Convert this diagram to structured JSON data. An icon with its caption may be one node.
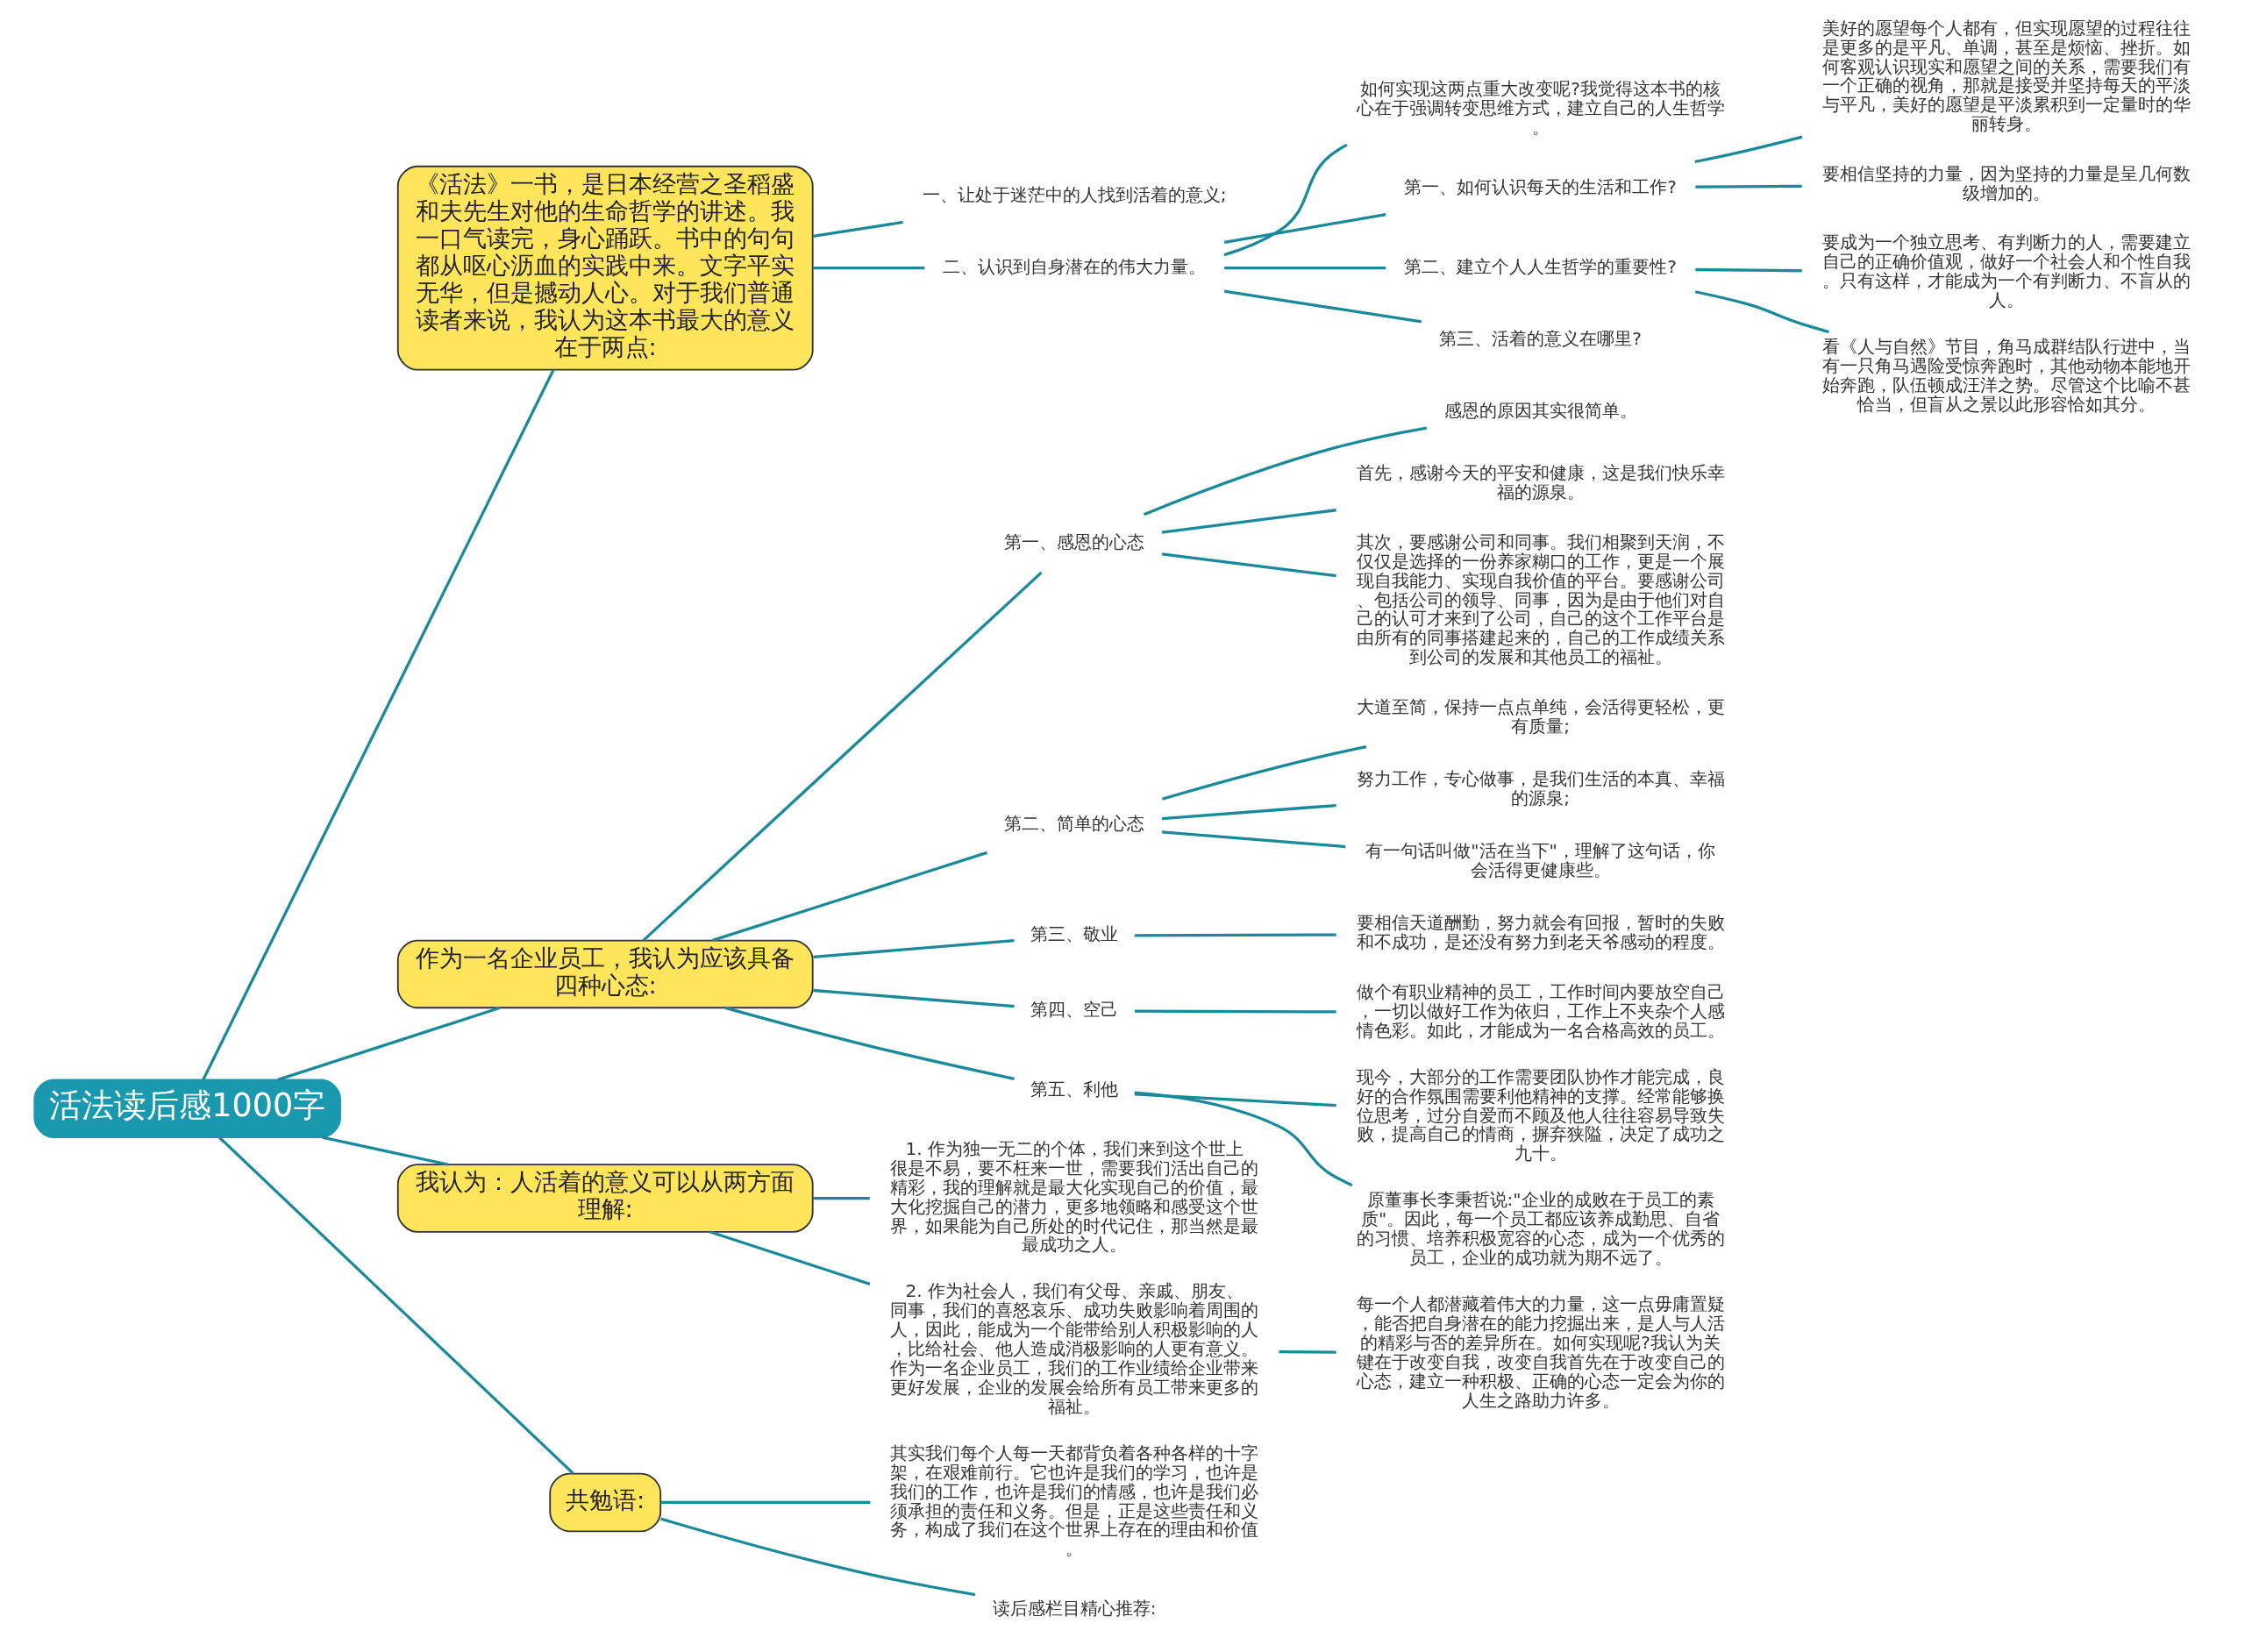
{
  "diagram": {
    "nodes": [
      {
        "text": [
          "活法读后感1000字"
        ]
      },
      {
        "text": [
          "《活法》一书，是日本经营之圣稻盛和夫先生对他的生命哲学的讲述。我一口气读完，身心踊跃。书中的句句都从呕心沥血的实践中来。文字平实无华，但是撼动人心。对于我们普通读者来说，我认为这本书最大的意义在于两点:"
        ]
      },
      {
        "text": [
          "一、让处于迷茫中的人找到活着的意义;"
        ]
      },
      {
        "text": [
          "二、认识到自身潜在的伟大力量。"
        ]
      },
      {
        "text": [
          "如何实现这两点重大改变呢?我觉得这本书的核心在于强调转变思维方式，建立自己的人生哲学。"
        ]
      },
      {
        "text": [
          "第一、如何认识每天的生活和工作?"
        ]
      },
      {
        "text": [
          "美好的愿望每个人都有，但实现愿望的过程往往是更多的是平凡、单调，甚至是烦恼、挫折。如何客观认识现实和愿望之间的关系，需要我们有一个正确的视角，那就是接受并坚持每天的平淡与平凡，美好的愿望是平淡累积到一定量时的华丽转身。"
        ]
      },
      {
        "text": [
          "要相信坚持的力量，因为坚持的力量是呈几何数级增加的。"
        ]
      },
      {
        "text": [
          "第二、建立个人人生哲学的重要性?"
        ]
      },
      {
        "text": [
          "要成为一个独立思考、有判断力的人，需要建立自己的正确价值观，做好一个社会人和个性自我。只有这样，才能成为一个有判断力、不盲从的人。"
        ]
      },
      {
        "text": [
          "看《人与自然》节目，角马成群结队行进中，当有一只角马遇险受惊奔跑时，其他动物本能地开始奔跑，队伍顿成汪洋之势。尽管这个比喻不甚恰当，但盲从之景以此形容恰如其分。"
        ]
      },
      {
        "text": [
          "第三、活着的意义在哪里?"
        ]
      },
      {
        "text": [
          "作为一名企业员工，我认为应该具备四种心态:"
        ]
      },
      {
        "text": [
          "第一、感恩的心态"
        ]
      },
      {
        "text": [
          "感恩的原因其实很简单。"
        ]
      },
      {
        "text": [
          "首先，感谢今天的平安和健康，这是我们快乐幸福的源泉。"
        ]
      },
      {
        "text": [
          "其次，要感谢公司和同事。我们相聚到天润，不仅仅是选择的一份养家糊口的工作，更是一个展现自我能力、实现自我价值的平台。要感谢公司、包括公司的领导、同事，因为是由于他们对自己的认可才来到了公司，自己的这个工作平台是由所有的同事搭建起来的，自己的工作成绩关系到公司的发展和其他员工的福祉。"
        ]
      },
      {
        "text": [
          "第二、简单的心态"
        ]
      },
      {
        "text": [
          "大道至简，保持一点点单纯，会活得更轻松，更有质量;"
        ]
      },
      {
        "text": [
          "努力工作，专心做事，是我们生活的本真、幸福的源泉;"
        ]
      },
      {
        "text": [
          "有一句话叫做\"活在当下\"，理解了这句话，你会活得更健康些。"
        ]
      },
      {
        "text": [
          "第三、敬业"
        ]
      },
      {
        "text": [
          "要相信天道酬勤，努力就会有回报，暂时的失败和不成功，是还没有努力到老天爷感动的程度。"
        ]
      },
      {
        "text": [
          "第四、空己"
        ]
      },
      {
        "text": [
          "做个有职业精神的员工，工作时间内要放空自己，一切以做好工作为依归，工作上不夹杂个人感情色彩。如此，才能成为一名合格高效的员工。"
        ]
      },
      {
        "text": [
          "第五、利他"
        ]
      },
      {
        "text": [
          "现今，大部分的工作需要团队协作才能完成，良好的合作氛围需要利他精神的支撑。经常能够换位思考，过分自爱而不顾及他人往往容易导致失败，提高自己的情商，摒弃狭隘，决定了成功之九十。"
        ]
      },
      {
        "text": [
          "原董事长李秉哲说:\"企业的成败在于员工的素质\"。因此，每一个员工都应该养成勤思、自省的习惯、培养积极宽容的心态，成为一个优秀的员工，企业的成功就为期不远了。"
        ]
      },
      {
        "text": [
          "我认为：人活着的意义可以从两方面理解:"
        ]
      },
      {
        "text": [
          "1. 作为独一无二的个体，我们来到这个世上很是不易，要不枉来一世，需要我们活出自己的精彩，我的理解就是最大化实现自己的价值，最大化挖掘自己的潜力，更多地领略和感受这个世界，如果能为自己所处的时代记住，那当然是最最成功之人。"
        ]
      },
      {
        "text": [
          "2. 作为社会人，我们有父母、亲戚、朋友、同事，我们的喜怒哀乐、成功失败影响着周围的人，因此，能成为一个能带给别人积极影响的人，比给社会、他人造成消极影响的人更有意义。作为一名企业员工，我们的工作业绩给企业带来更好发展，企业的发展会给所有员工带来更多的福祉。"
        ]
      },
      {
        "text": [
          "每一个人都潜藏着伟大的力量，这一点毋庸置疑，能否把自身潜在的能力挖掘出来，是人与人活的精彩与否的差异所在。如何实现呢?我认为关键在于改变自我，改变自我首先在于改变自己的心态，建立一种积极、正确的心态一定会为你的人生之路助力许多。"
        ]
      },
      {
        "text": [
          "共勉语:"
        ]
      },
      {
        "text": [
          "其实我们每个人每一天都背负着各种各样的十字架，在艰难前行。它也许是我们的学习，也许是我们的工作，也许是我们的情感，也许是我们必须承担的责任和义务。但是，正是这些责任和义务，构成了我们在这个世界上存在的理由和价值。"
        ]
      },
      {
        "text": [
          "读后感栏目精心推荐:"
        ]
      }
    ],
    "edges": [
      {
        "from": 0,
        "to": 1,
        "arrow": "none"
      },
      {
        "from": 1,
        "to": 2,
        "arrow": "none"
      },
      {
        "from": 1,
        "to": 3,
        "arrow": "none"
      },
      {
        "from": 3,
        "to": 4,
        "arrow": "none"
      },
      {
        "from": 3,
        "to": 5,
        "arrow": "none"
      },
      {
        "from": 5,
        "to": 6,
        "arrow": "none"
      },
      {
        "from": 5,
        "to": 7,
        "arrow": "none"
      },
      {
        "from": 3,
        "to": 8,
        "arrow": "none"
      },
      {
        "from": 8,
        "to": 9,
        "arrow": "none"
      },
      {
        "from": 8,
        "to": 10,
        "arrow": "none"
      },
      {
        "from": 3,
        "to": 11,
        "arrow": "none"
      },
      {
        "from": 0,
        "to": 12,
        "arrow": "none"
      },
      {
        "from": 12,
        "to": 13,
        "arrow": "none"
      },
      {
        "from": 13,
        "to": 14,
        "arrow": "none"
      },
      {
        "from": 13,
        "to": 15,
        "arrow": "none"
      },
      {
        "from": 13,
        "to": 16,
        "arrow": "none"
      },
      {
        "from": 12,
        "to": 17,
        "arrow": "none"
      },
      {
        "from": 17,
        "to": 18,
        "arrow": "none"
      },
      {
        "from": 17,
        "to": 19,
        "arrow": "none"
      },
      {
        "from": 17,
        "to": 20,
        "arrow": "none"
      },
      {
        "from": 12,
        "to": 21,
        "arrow": "none"
      },
      {
        "from": 21,
        "to": 22,
        "arrow": "none"
      },
      {
        "from": 12,
        "to": 23,
        "arrow": "none"
      },
      {
        "from": 23,
        "to": 24,
        "arrow": "none"
      },
      {
        "from": 12,
        "to": 25,
        "arrow": "none"
      },
      {
        "from": 25,
        "to": 26,
        "arrow": "none"
      },
      {
        "from": 25,
        "to": 27,
        "arrow": "none"
      },
      {
        "from": 0,
        "to": 28,
        "arrow": "none"
      },
      {
        "from": 28,
        "to": 29,
        "arrow": "none"
      },
      {
        "from": 28,
        "to": 30,
        "arrow": "none"
      },
      {
        "from": 30,
        "to": 31,
        "arrow": "none"
      },
      {
        "from": 0,
        "to": 32,
        "arrow": "none"
      },
      {
        "from": 32,
        "to": 33,
        "arrow": "none"
      },
      {
        "from": 32,
        "to": 34,
        "arrow": "none"
      }
    ]
  }
}
